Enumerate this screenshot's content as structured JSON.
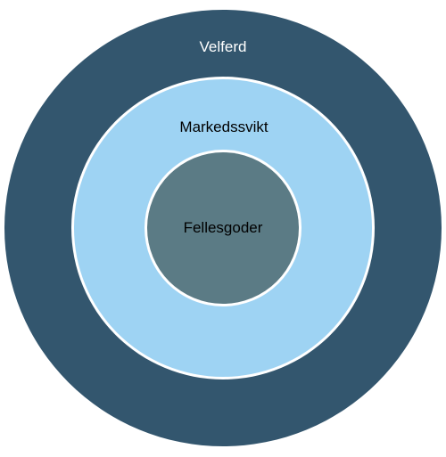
{
  "diagram": {
    "rings": [
      {
        "id": "outer",
        "label": "Velferd",
        "fill": "#33566e",
        "label_color": "#ffffff"
      },
      {
        "id": "middle",
        "label": "Markedssvikt",
        "fill": "#9ed3f3",
        "label_color": "#000000"
      },
      {
        "id": "inner",
        "label": "Fellesgoder",
        "fill": "#5b7b85",
        "label_color": "#000000"
      }
    ],
    "ring_border_color": "#ffffff",
    "background": "#ffffff"
  }
}
